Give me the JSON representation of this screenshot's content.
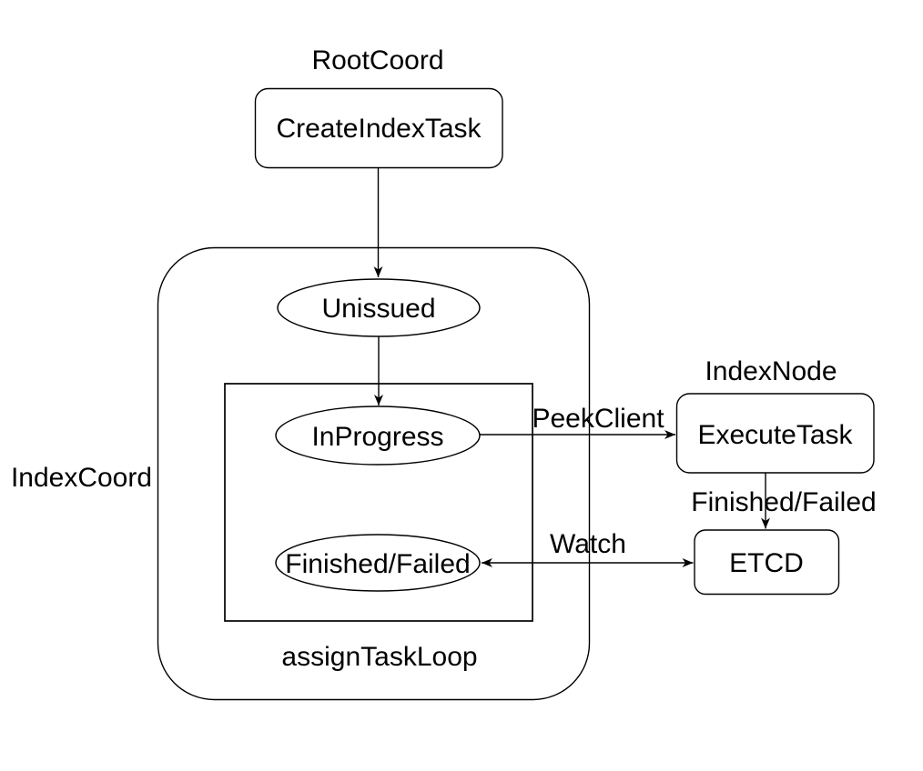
{
  "colors": {
    "background": "#ffffff",
    "stroke": "#000000",
    "text": "#000000"
  },
  "group_labels": {
    "root_coord": "RootCoord",
    "index_coord": "IndexCoord",
    "index_node": "IndexNode",
    "assign_task_loop": "assignTaskLoop"
  },
  "nodes": {
    "create_index_task": {
      "label": "CreateIndexTask",
      "shape": "rounded-rectangle"
    },
    "unissued": {
      "label": "Unissued",
      "shape": "ellipse"
    },
    "in_progress": {
      "label": "InProgress",
      "shape": "ellipse"
    },
    "finished_failed": {
      "label": "Finished/Failed",
      "shape": "ellipse"
    },
    "execute_task": {
      "label": "ExecuteTask",
      "shape": "rounded-rectangle"
    },
    "etcd": {
      "label": "ETCD",
      "shape": "rounded-rectangle"
    }
  },
  "edges": [
    {
      "from": "create_index_task",
      "to": "unissued",
      "label": "",
      "bidirectional": false
    },
    {
      "from": "unissued",
      "to": "in_progress",
      "label": "",
      "bidirectional": false
    },
    {
      "from": "in_progress",
      "to": "execute_task",
      "label": "PeekClient",
      "bidirectional": false
    },
    {
      "from": "execute_task",
      "to": "etcd",
      "label": "Finished/Failed",
      "bidirectional": false
    },
    {
      "from": "etcd",
      "to": "finished_failed",
      "label": "Watch",
      "bidirectional": true
    }
  ]
}
